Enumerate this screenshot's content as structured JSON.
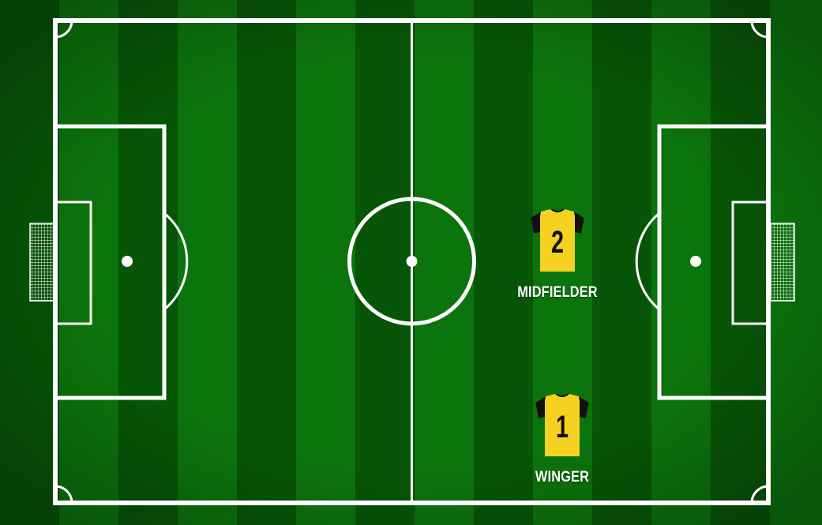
{
  "colors": {
    "grass_dark": "#085b08",
    "grass_light": "#0e7a0e",
    "lines": "#ffffff",
    "jersey_body": "#f5d21f",
    "jersey_sleeves": "#111111",
    "jersey_number": "#111111"
  },
  "players": [
    {
      "number": "2",
      "role": "MIDFIELDER",
      "icon": "jersey-icon"
    },
    {
      "number": "1",
      "role": "WINGER",
      "icon": "jersey-icon"
    }
  ]
}
